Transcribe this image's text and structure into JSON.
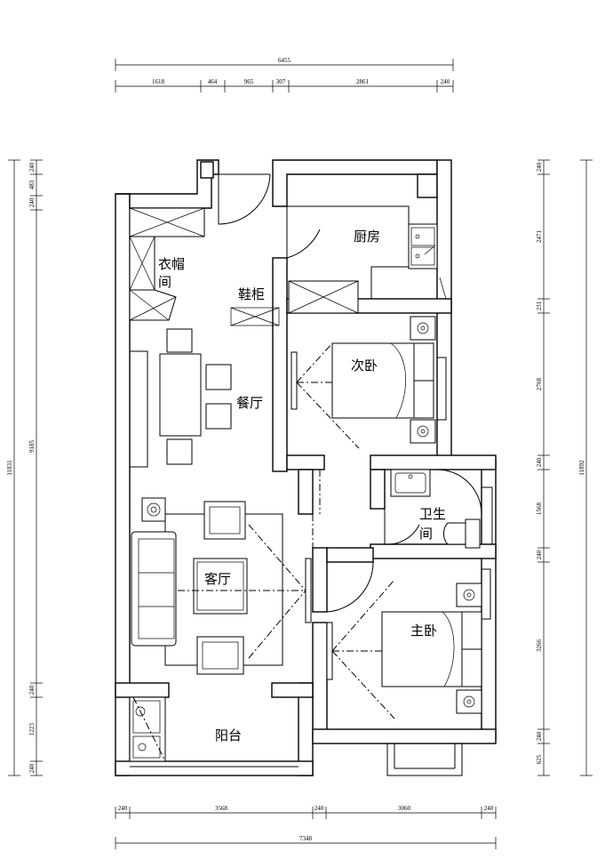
{
  "rooms": {
    "wardrobe_line1": "衣帽",
    "wardrobe_line2": "间",
    "shoe_cabinet": "鞋柜",
    "kitchen": "厨房",
    "second_bedroom": "次卧",
    "dining": "餐厅",
    "bathroom_line1": "卫生",
    "bathroom_line2": "间",
    "living": "客厅",
    "master_bedroom": "主卧",
    "balcony": "阳台"
  },
  "dimensions": {
    "top_total": "6455",
    "top_segments": [
      "1618",
      "464",
      "965",
      "307",
      "2861",
      "240"
    ],
    "bottom_segments": [
      "240",
      "3568",
      "240",
      "3060",
      "240"
    ],
    "bottom_total": "7348",
    "left_total": "11831",
    "left_inner": "9185",
    "left_top_segments": [
      "240",
      "483",
      "240"
    ],
    "left_bottom_segments": [
      "240",
      "1223",
      "240"
    ],
    "right_total": "11892",
    "right_segments": [
      "240",
      "2471",
      "231",
      "2768",
      "240",
      "1568",
      "240",
      "3266",
      "240",
      "625"
    ]
  }
}
